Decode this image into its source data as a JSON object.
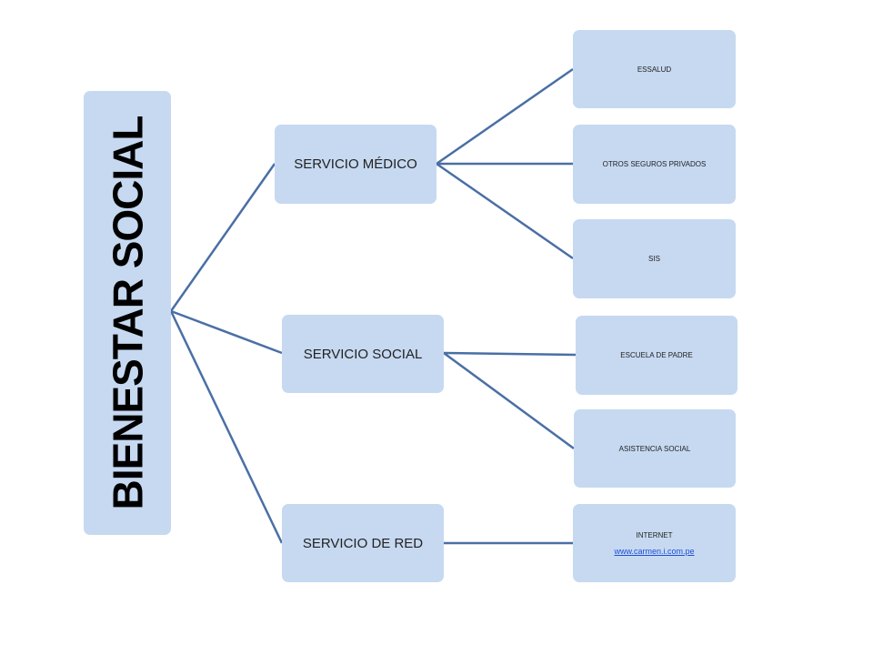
{
  "root": {
    "label": "BIENESTAR SOCIAL"
  },
  "branches": [
    {
      "label": "SERVICIO MÉDICO",
      "children": [
        {
          "label": "ESSALUD"
        },
        {
          "label": "OTROS SEGUROS PRIVADOS"
        },
        {
          "label": "SIS"
        }
      ]
    },
    {
      "label": "SERVICIO SOCIAL",
      "children": [
        {
          "label": "ESCUELA DE PADRE"
        },
        {
          "label": "ASISTENCIA SOCIAL"
        }
      ]
    },
    {
      "label": "SERVICIO DE RED",
      "children": [
        {
          "label": "INTERNET",
          "link": "www.carmen.i.com.pe"
        }
      ]
    }
  ],
  "colors": {
    "box_fill": "#c6d9f1",
    "connector": "#4a6fa5",
    "link": "#1f4fd6"
  }
}
